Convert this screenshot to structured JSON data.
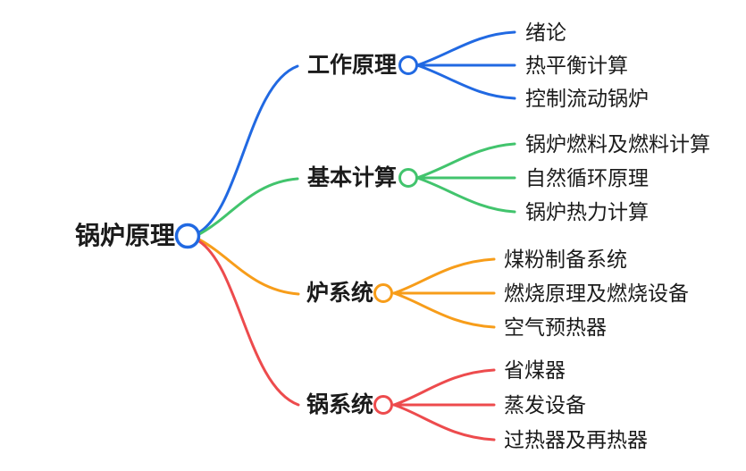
{
  "canvas": {
    "background": "#ffffff",
    "text_color": "#1b1b1b"
  },
  "mindmap": {
    "root": {
      "label": "锅炉原理",
      "color": "#2169E2"
    },
    "branches": [
      {
        "label": "工作原理",
        "color": "#2169E2",
        "children": [
          "绪论",
          "热平衡计算",
          "控制流动锅炉"
        ]
      },
      {
        "label": "基本计算",
        "color": "#42C46D",
        "children": [
          "锅炉燃料及燃料计算",
          "自然循环原理",
          "锅炉热力计算"
        ]
      },
      {
        "label": "炉系统",
        "color": "#F79D1A",
        "children": [
          "煤粉制备系统",
          "燃烧原理及燃烧设备",
          "空气预热器"
        ]
      },
      {
        "label": "锅系统",
        "color": "#ED4B4D",
        "children": [
          "省煤器",
          "蒸发设备",
          "过热器及再热器"
        ]
      }
    ]
  }
}
